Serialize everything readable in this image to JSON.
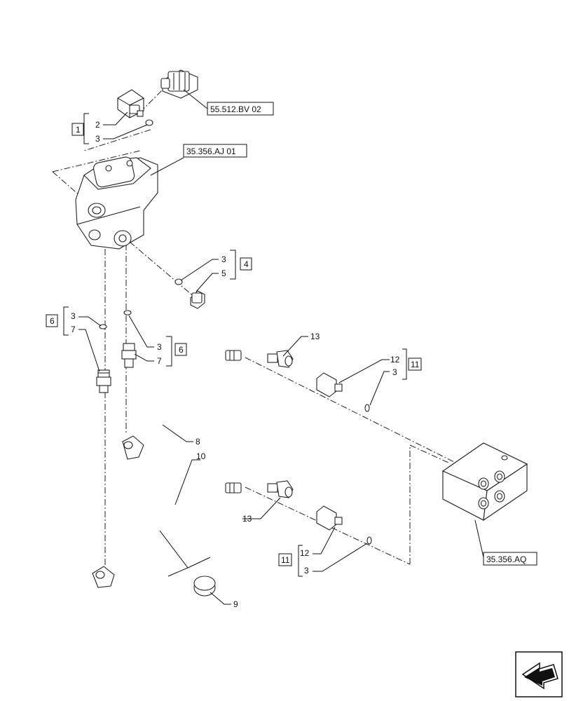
{
  "callouts": {
    "ref_55_512_bv_02": "55.512.BV 02",
    "ref_35_356_aj_01": "35.356.AJ 01",
    "ref_35_356_aq": "35.356.AQ",
    "box_1": "1",
    "box_4": "4",
    "box_6_left": "6",
    "box_6_right": "6",
    "box_11_top": "11",
    "box_11_bottom": "11",
    "lbl_2": "2",
    "lbl_3_a": "3",
    "lbl_3_b": "3",
    "lbl_5": "5",
    "lbl_3_c": "3",
    "lbl_7_a": "7",
    "lbl_3_d": "3",
    "lbl_7_b": "7",
    "lbl_13_top": "13",
    "lbl_12_top": "12",
    "lbl_3_e": "3",
    "lbl_8": "8",
    "lbl_10": "10",
    "lbl_13_bottom": "13",
    "lbl_12_bottom": "12",
    "lbl_3_f": "3",
    "lbl_9": "9"
  },
  "colors": {
    "line": "#111111",
    "part_fill": "#ffffff",
    "shade": "#dddddd"
  },
  "icons": {
    "nav": "next-page-arrow-icon"
  }
}
